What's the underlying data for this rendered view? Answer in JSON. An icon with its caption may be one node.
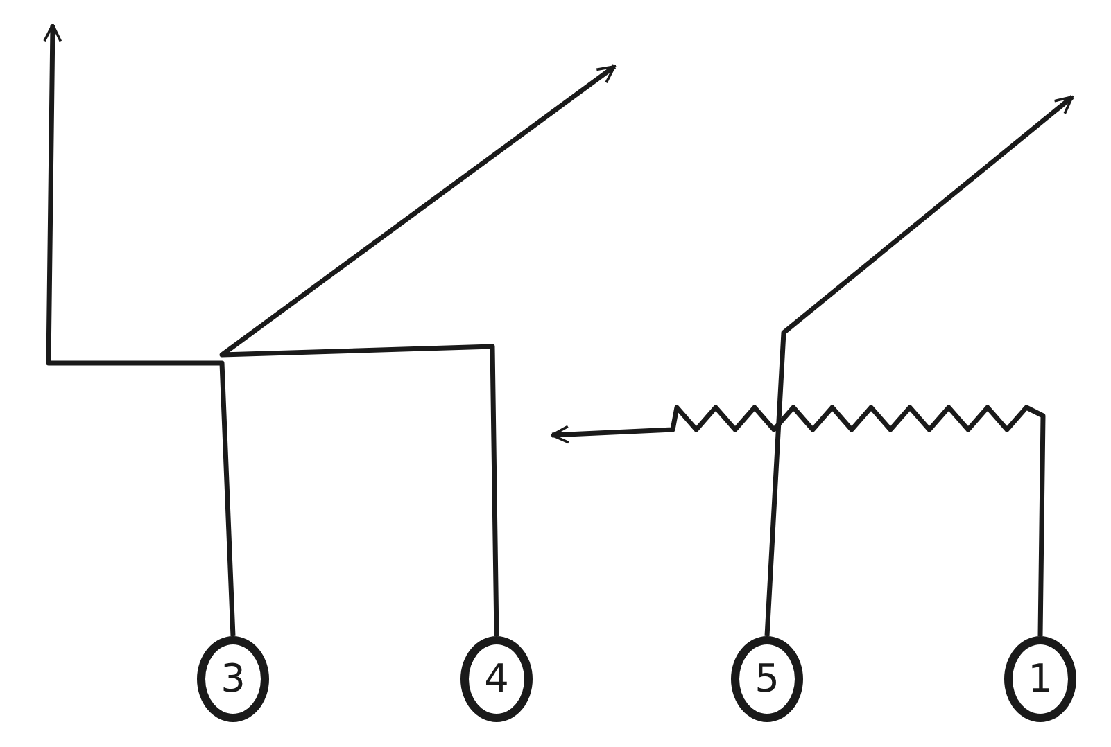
{
  "diagram": {
    "nodes": [
      {
        "text": [
          "3"
        ]
      },
      {
        "text": [
          "4"
        ]
      },
      {
        "text": [
          "5"
        ]
      },
      {
        "text": [
          "1"
        ]
      }
    ],
    "edges": [
      {
        "from": 0,
        "to": null,
        "arrow": "to"
      },
      {
        "from": 1,
        "to": null,
        "arrow": "to"
      },
      {
        "from": 2,
        "to": null,
        "arrow": "to"
      },
      {
        "from": 3,
        "to": null,
        "arrow": "to"
      }
    ]
  }
}
